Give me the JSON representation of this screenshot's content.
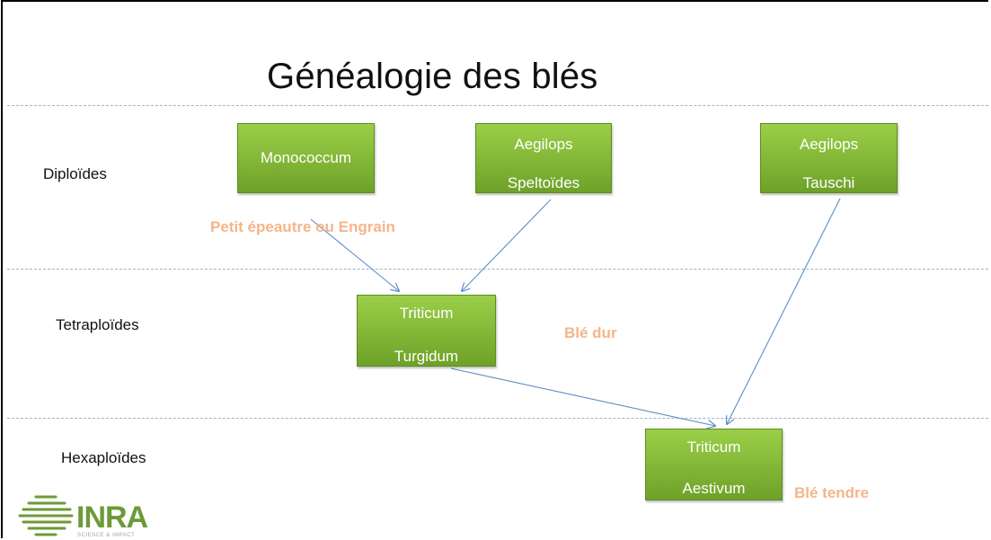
{
  "title": "Généalogie des blés",
  "rows": {
    "diploides": "Diploïdes",
    "tetraploides": "Tetraploïdes",
    "hexaploides": "Hexaploïdes"
  },
  "nodes": {
    "monococcum": {
      "line1": "Monococcum"
    },
    "speltoides": {
      "line1": "Aegilops",
      "line2": "Speltoïdes"
    },
    "tauschi": {
      "line1": "Aegilops",
      "line2": "Tauschi"
    },
    "turgidum": {
      "line1": "Triticum",
      "line2": "Turgidum"
    },
    "aestivum": {
      "line1": "Triticum",
      "line2": "Aestivum"
    }
  },
  "annotations": {
    "engrain": "Petit épeautre ou Engrain",
    "ble_dur": "Blé dur",
    "ble_tendre": "Blé tendre"
  },
  "logo": {
    "text": "INRA",
    "subtitle": "SCIENCE & IMPACT"
  },
  "colors": {
    "box_top": "#9bcf48",
    "box_bottom": "#6ea128",
    "annotation": "#f5b58a",
    "arrow": "#5b8fc7",
    "dash": "#9fb4c6"
  }
}
